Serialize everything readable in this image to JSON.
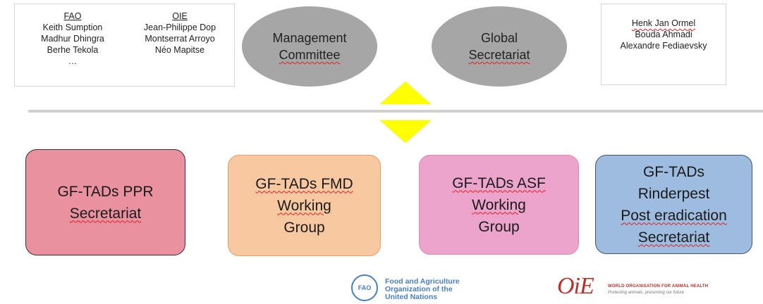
{
  "left_names": {
    "fao": {
      "head": "FAO",
      "names": [
        "Keith Sumption",
        "Madhur Dhingra",
        "Berhe Tekola",
        "…"
      ]
    },
    "oie": {
      "head": "OIE",
      "names": [
        "Jean-Philippe Dop",
        "Montserrat Arroyo",
        "Néo Mapitse"
      ]
    }
  },
  "management": {
    "line1": "Management",
    "line2": "Committee"
  },
  "global": {
    "line1": "Global",
    "line2": "Secretariat"
  },
  "right_names": [
    "Henk Jan Ormel",
    "Bouda Ahmadi",
    "Alexandre Fediaevsky"
  ],
  "groups": [
    {
      "lines": [
        "GF-TADs PPR",
        "Secretariat"
      ],
      "color": "#ea919f"
    },
    {
      "lines": [
        "GF-TADs FMD",
        "Working",
        "Group"
      ],
      "color": "#f8c8a0"
    },
    {
      "lines": [
        "GF-TADs ASF",
        "Working",
        "Group"
      ],
      "color": "#eda4cc"
    },
    {
      "lines": [
        "GF-TADs",
        "Rinderpest",
        "Post eradication",
        "Secretariat"
      ],
      "color": "#9dbce0"
    }
  ],
  "logos": {
    "fao": [
      "Food and Agriculture",
      "Organization of the",
      "United Nations"
    ],
    "fao_emblem_text": "FAO",
    "oie_mark": "OiE",
    "oie_line1": "WORLD ORGANISATION FOR ANIMAL HEALTH",
    "oie_line2": "Protecting animals, preserving our future"
  }
}
